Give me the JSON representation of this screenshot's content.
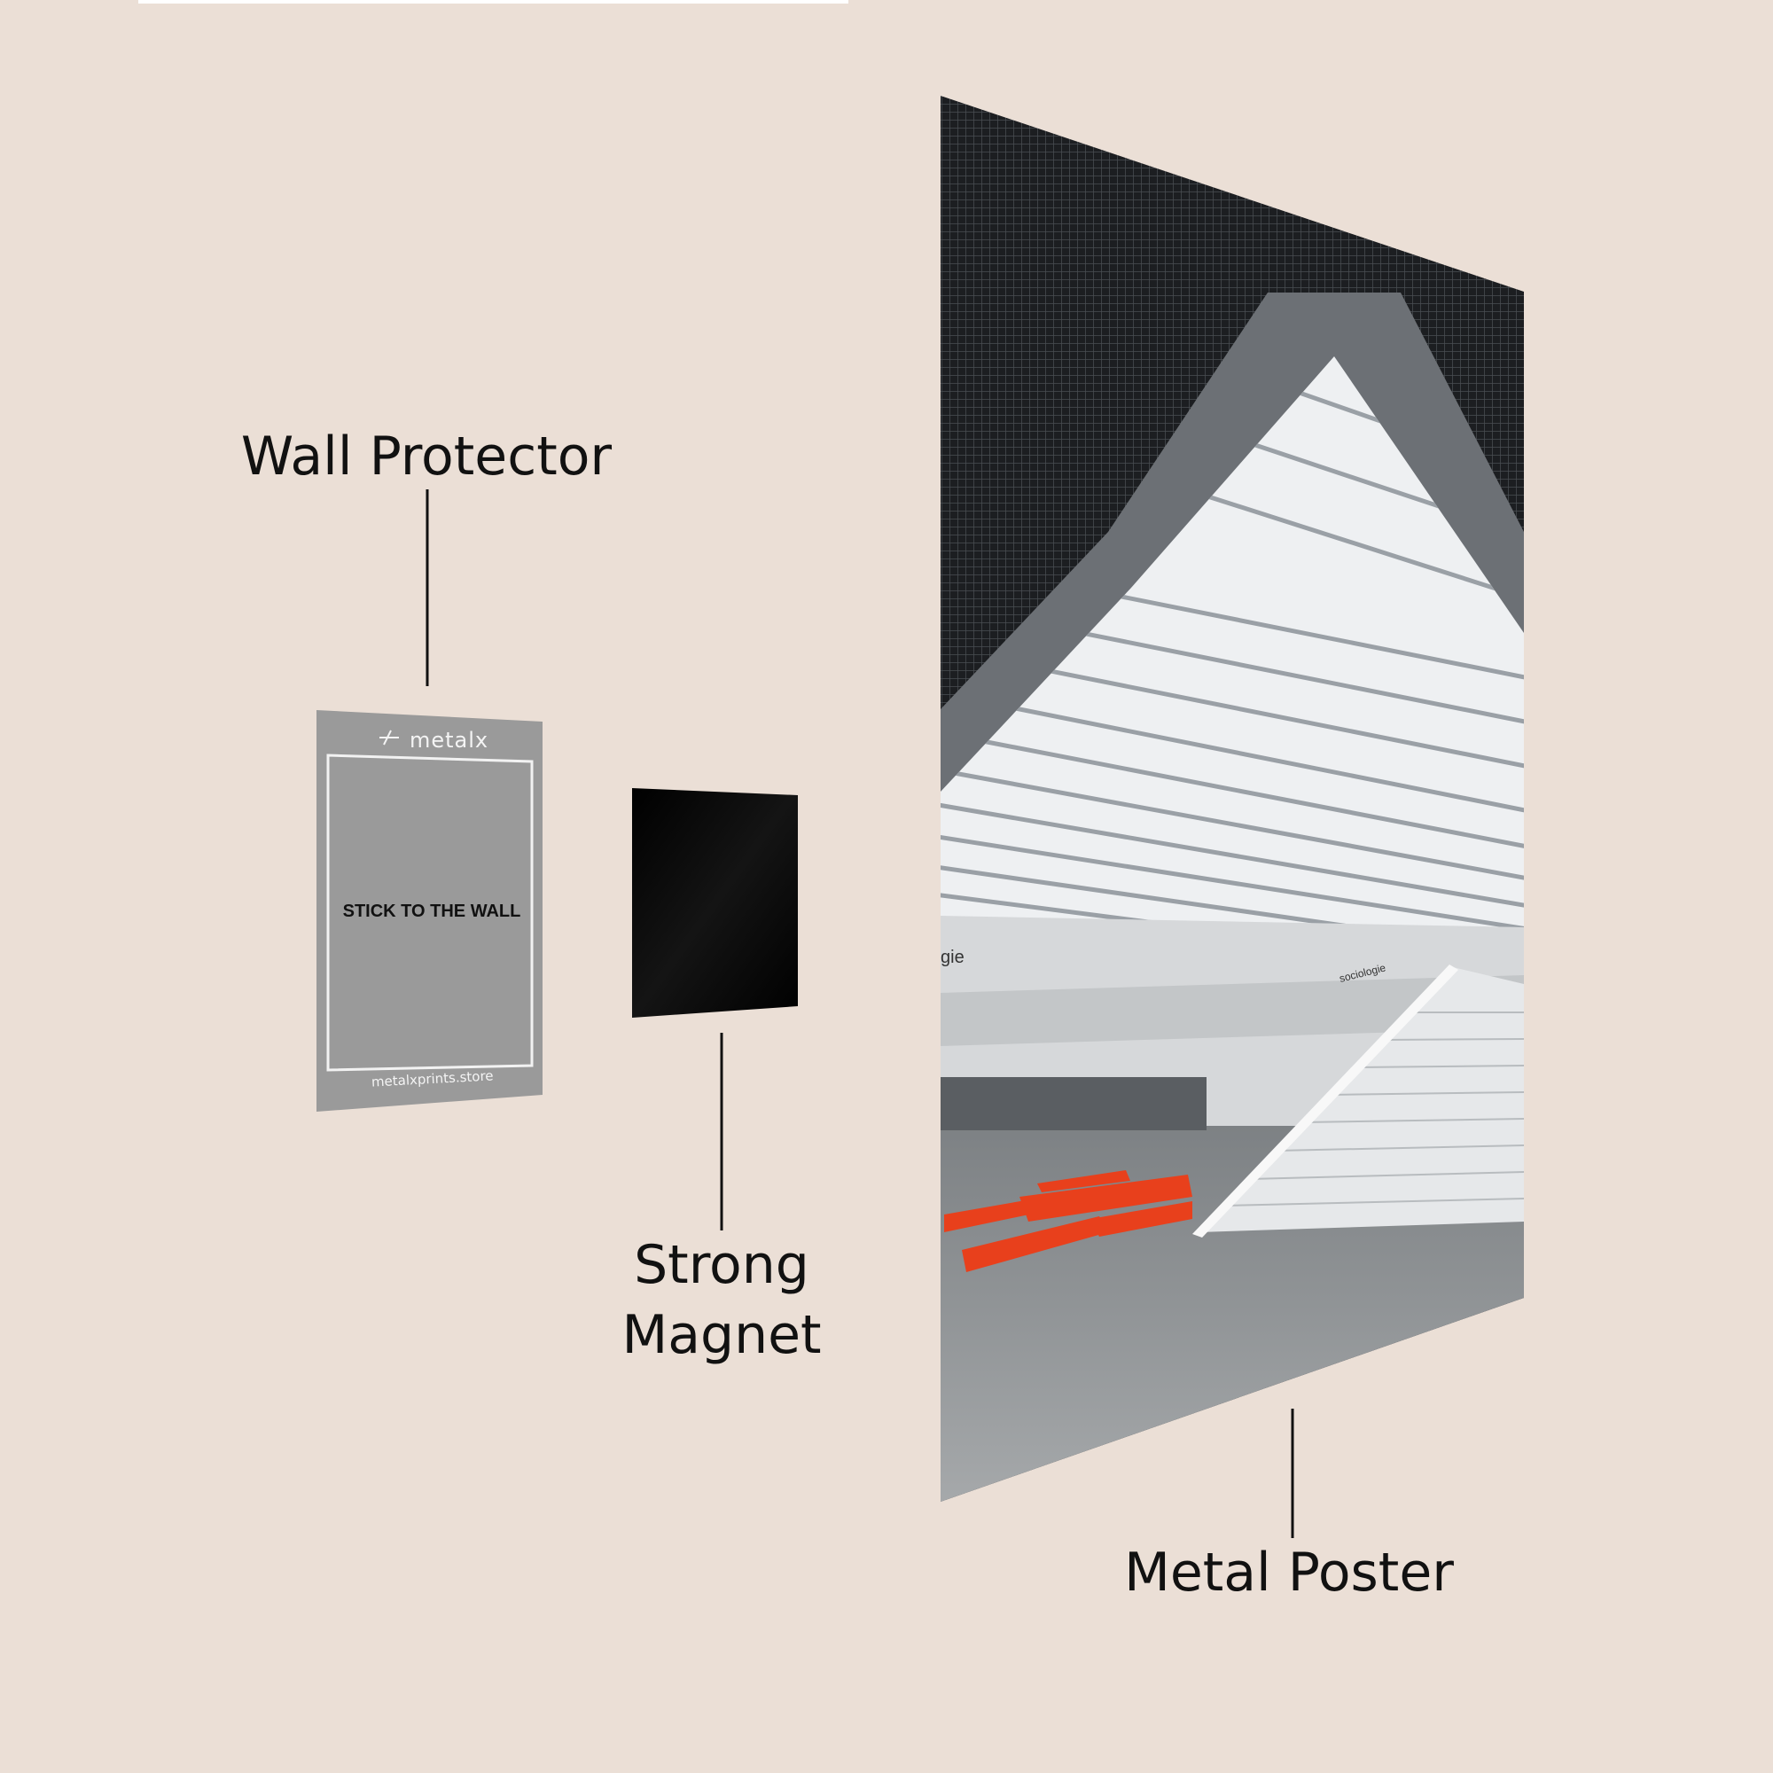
{
  "colors": {
    "background": "#ebdfd6",
    "wall_protector": "#9a9a9a",
    "magnet": "#050505",
    "label_text": "#111111",
    "accent_red": "#e8401c"
  },
  "labels": {
    "wall_protector": "Wall Protector",
    "strong": "Strong",
    "magnet": "Magnet",
    "metal_poster": "Metal Poster"
  },
  "wall_protector": {
    "logo": "metalx",
    "instruction": "STICK TO THE WALL",
    "website": "metalxprints.store"
  },
  "poster": {
    "signage_left": "gie",
    "signage_right": "sociologie"
  }
}
